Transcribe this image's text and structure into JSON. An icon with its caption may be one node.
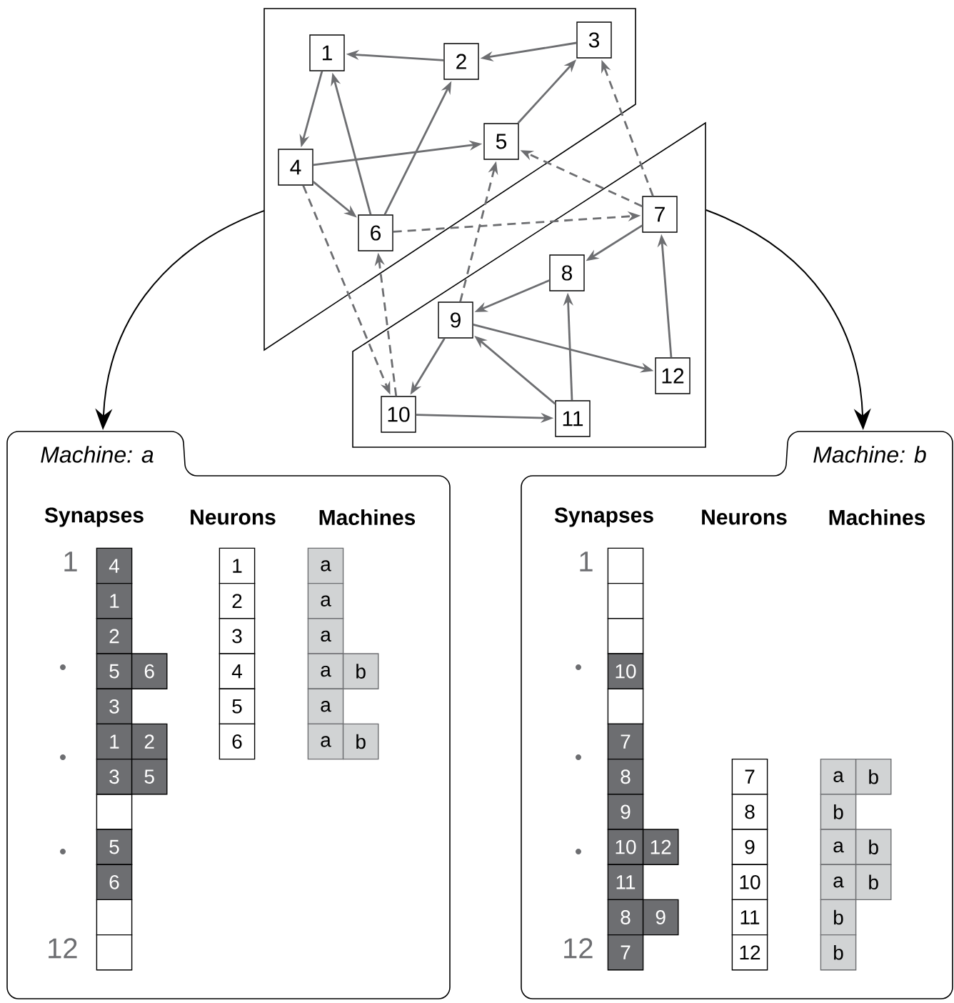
{
  "diagram": {
    "nodes": [
      {
        "text": [],
        "shape": "box"
      },
      {
        "text": [
          "1"
        ],
        "in": 0
      },
      {
        "text": [
          "2"
        ],
        "in": 0
      },
      {
        "text": [
          "3"
        ],
        "in": 0
      },
      {
        "text": [
          "4"
        ],
        "in": 0
      },
      {
        "text": [
          "5"
        ],
        "in": 0
      },
      {
        "text": [
          "6"
        ],
        "in": 0
      },
      {
        "text": [],
        "shape": "box"
      },
      {
        "text": [
          "7"
        ],
        "in": 7
      },
      {
        "text": [
          "8"
        ],
        "in": 7
      },
      {
        "text": [
          "9"
        ],
        "in": 7
      },
      {
        "text": [
          "10"
        ],
        "in": 7
      },
      {
        "text": [
          "11"
        ],
        "in": 7
      },
      {
        "text": [
          "12"
        ],
        "in": 7
      },
      {
        "text": [
          "Machine: a"
        ]
      },
      {
        "text": [
          "Machine: b"
        ]
      }
    ],
    "edges": [
      {
        "from": 1,
        "to": 4,
        "arrow": "to"
      },
      {
        "from": 2,
        "to": 1,
        "arrow": "to"
      },
      {
        "from": 3,
        "to": 2,
        "arrow": "to"
      },
      {
        "from": 5,
        "to": 3,
        "arrow": "to"
      },
      {
        "from": 4,
        "to": 5,
        "arrow": "to"
      },
      {
        "from": 4,
        "to": 6,
        "arrow": "to"
      },
      {
        "from": 6,
        "to": 1,
        "arrow": "to"
      },
      {
        "from": 6,
        "to": 2,
        "arrow": "to"
      },
      {
        "from": 6,
        "to": 8,
        "arrow": "to",
        "style": "dashed"
      },
      {
        "from": 4,
        "to": 11,
        "arrow": "to",
        "style": "dashed"
      },
      {
        "from": 11,
        "to": 6,
        "arrow": "to",
        "style": "dashed"
      },
      {
        "from": 10,
        "to": 5,
        "arrow": "to",
        "style": "dashed"
      },
      {
        "from": 8,
        "to": 5,
        "arrow": "to",
        "style": "dashed"
      },
      {
        "from": 8,
        "to": 3,
        "arrow": "to",
        "style": "dashed"
      },
      {
        "from": 8,
        "to": 9,
        "arrow": "to"
      },
      {
        "from": 9,
        "to": 10,
        "arrow": "to"
      },
      {
        "from": 10,
        "to": 11,
        "arrow": "to"
      },
      {
        "from": 10,
        "to": 13,
        "arrow": "to"
      },
      {
        "from": 11,
        "to": 12,
        "arrow": "to"
      },
      {
        "from": 12,
        "to": 10,
        "arrow": "to"
      },
      {
        "from": 12,
        "to": 9,
        "arrow": "to"
      },
      {
        "from": 13,
        "to": 8,
        "arrow": "to"
      },
      {
        "from": 0,
        "to": 14,
        "arrow": "to",
        "color": "#000000"
      },
      {
        "from": 7,
        "to": 15,
        "arrow": "to",
        "color": "#000000"
      }
    ],
    "labels": [
      "Synapses",
      "Neurons",
      "Machines",
      "1",
      "4",
      "1",
      "a",
      "1",
      "2",
      "a",
      "2",
      "3",
      "a",
      "5",
      "6",
      "4",
      "a",
      "b",
      "3",
      "5",
      "a",
      "1",
      "2",
      "6",
      "a",
      "b",
      "3",
      "5",
      "5",
      "6",
      "12",
      "Synapses",
      "Neurons",
      "Machines",
      "1",
      "10",
      "7",
      "8",
      "7",
      "a",
      "b",
      "9",
      "8",
      "b",
      "10",
      "12",
      "9",
      "a",
      "b",
      "11",
      "10",
      "a",
      "b",
      "8",
      "9",
      "11",
      "b",
      "12",
      "7",
      "12",
      "b"
    ]
  }
}
